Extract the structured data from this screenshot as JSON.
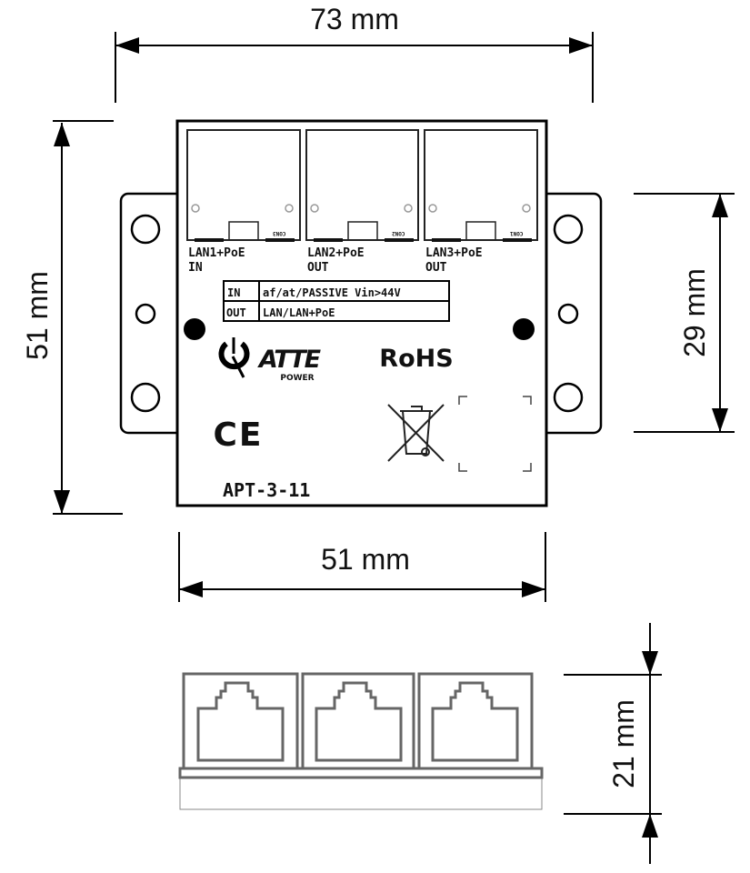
{
  "dimensions": {
    "width_total": "73 mm",
    "height_total": "51 mm",
    "width_body": "51 mm",
    "mount_spacing": "29 mm",
    "depth": "21 mm"
  },
  "ports": [
    {
      "label": "LAN1+PoE",
      "direction": "IN",
      "connector": "CON3"
    },
    {
      "label": "LAN2+PoE",
      "direction": "OUT",
      "connector": "CON2"
    },
    {
      "label": "LAN3+PoE",
      "direction": "OUT",
      "connector": "CON1"
    }
  ],
  "spec_table": [
    {
      "key": "IN",
      "value": "af/at/PASSIVE Vin>44V"
    },
    {
      "key": "OUT",
      "value": "LAN/LAN+PoE"
    }
  ],
  "logo": {
    "brand": "ATTE",
    "sub": "POWER"
  },
  "rohs": "RoHS",
  "ce": "CE",
  "model": "APT-3-11",
  "icons": [
    "weee-bin-icon",
    "ce-mark-icon",
    "atte-logo"
  ]
}
